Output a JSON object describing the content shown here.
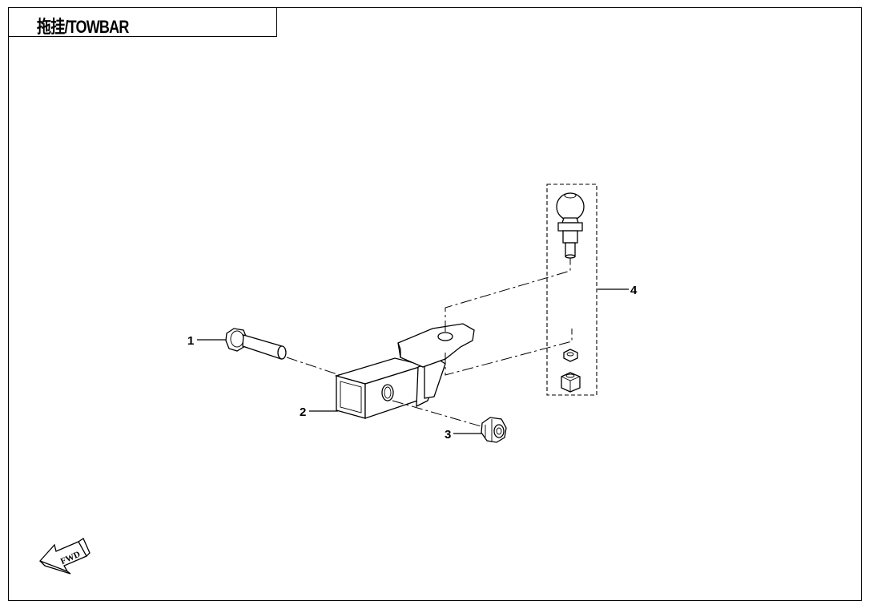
{
  "title": "拖挂/TOWBAR",
  "callouts": {
    "c1": "1",
    "c2": "2",
    "c3": "3",
    "c4": "4"
  },
  "fwd_label": "FWD"
}
